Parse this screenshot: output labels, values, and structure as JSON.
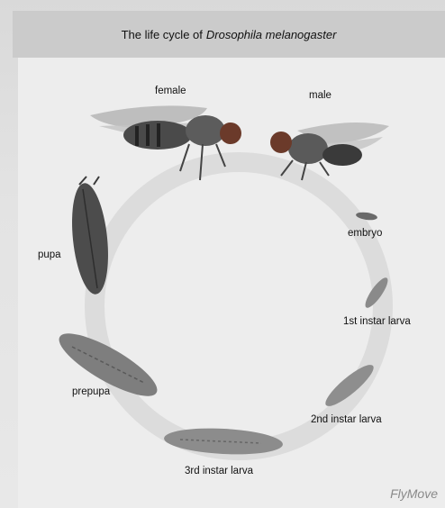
{
  "title": {
    "prefix": "The life cycle of",
    "species": "Drosophila melanogaster"
  },
  "stages": {
    "female": "female",
    "male": "male",
    "embryo": "embryo",
    "larva1": "1st instar larva",
    "larva2": "2nd instar larva",
    "larva3": "3rd instar larva",
    "prepupa": "prepupa",
    "pupa": "pupa"
  },
  "watermark": "FlyMove"
}
